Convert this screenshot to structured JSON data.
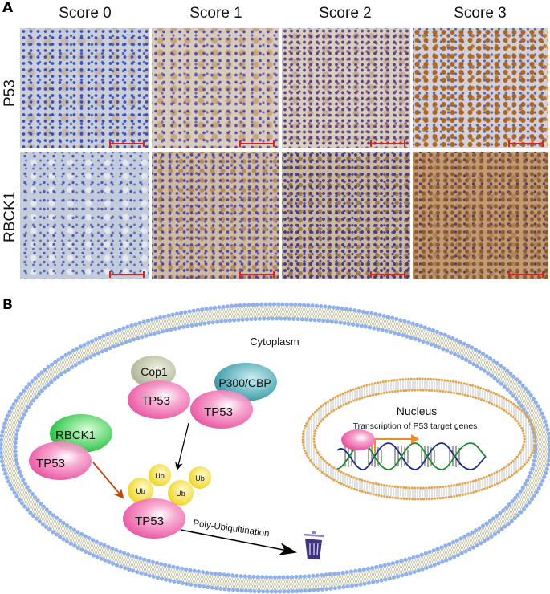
{
  "panel_a": {
    "label": "A",
    "columns": [
      "Score 0",
      "Score 1",
      "Score 2",
      "Score 3"
    ],
    "rows": [
      "P53",
      "RBCK1"
    ],
    "scale_bar_color": "#e02020"
  },
  "panel_b": {
    "label": "B",
    "cytoplasm_label": "Cytoplasm",
    "nucleus_label": "Nucleus",
    "transcription_label": "Transcription of P53 target genes",
    "proteins": {
      "cop1": "Cop1",
      "p300_cbp": "P300/CBP",
      "rbck1": "RBCK1",
      "tp53": "TP53",
      "ub": "Ub"
    },
    "process_label": "Poly-Ubiquitination",
    "icons": [
      "trash-bin-icon",
      "dna-helix-icon",
      "transcription-arrow-icon"
    ],
    "colors": {
      "tp53": "#ec4fa0",
      "cop1": "#b8bfa0",
      "p300_cbp": "#3aa0b0",
      "rbck1": "#1ec83a",
      "ub": "#f2dc1a",
      "membrane_head": "#8fb0ee",
      "nucleus_membrane": "#e0a44a",
      "arrow_rbck1": "#c0460c",
      "trash": "#4a3f88"
    }
  }
}
